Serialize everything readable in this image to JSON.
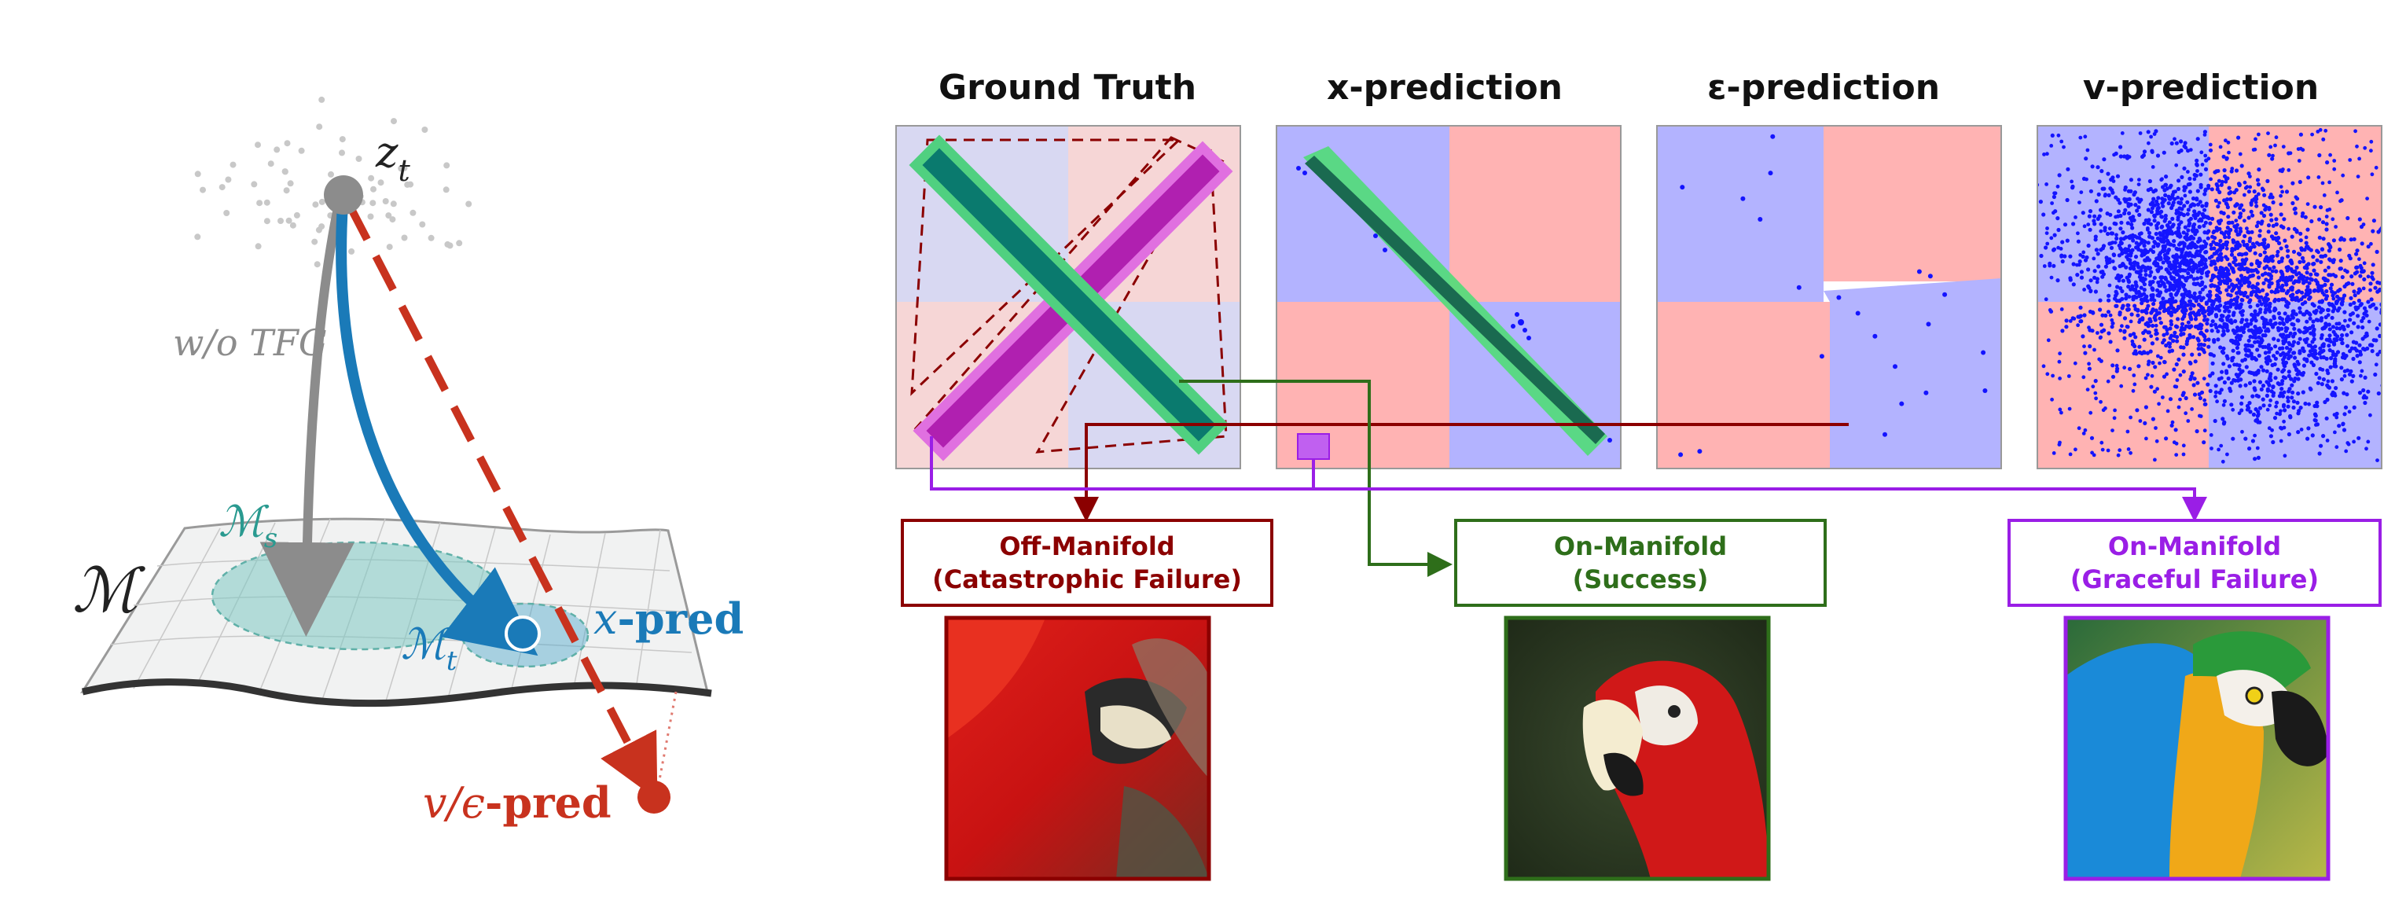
{
  "left_diagram": {
    "zt_label": "z",
    "zt_sub": "t",
    "wo_tfg_label": "w/o TFG",
    "manifold_label": "ℳ",
    "ms_label": "ℳ",
    "ms_sub": "s",
    "mt_label": "ℳ",
    "mt_sub": "t",
    "xpred_italic": "x",
    "xpred_bold": "-pred",
    "vpred_italic": "v/ϵ",
    "vpred_bold": "-pred",
    "colors": {
      "grey_arrow": "#8c8c8c",
      "blue_arrow": "#1a7ab8",
      "red_arrow": "#c8321e",
      "teal_region": "#7ec9c3",
      "plane": "#f1f2f2"
    }
  },
  "panels": [
    {
      "title": "Ground Truth"
    },
    {
      "title": "x-prediction"
    },
    {
      "title": "ε-prediction"
    },
    {
      "title": "v-prediction"
    }
  ],
  "outcomes": [
    {
      "line1": "Off-Manifold",
      "line2": "(Catastrophic Failure)",
      "color": "#8b0000"
    },
    {
      "line1": "On-Manifold",
      "line2": "(Success)",
      "color": "#2e6e1a"
    },
    {
      "line1": "On-Manifold",
      "line2": "(Graceful Failure)",
      "color": "#9a1ee6"
    }
  ],
  "panel_colors": {
    "red_region": "#ffb3b3",
    "blue_region": "#b3b3ff",
    "points": "#1414ff",
    "teal_band": "#0a7a6e",
    "magenta_band": "#a800a8",
    "green_band": "#50dc78",
    "dark_red": "#8b0000",
    "green_connector": "#2e6e1a",
    "purple_connector": "#9a1ee6"
  }
}
